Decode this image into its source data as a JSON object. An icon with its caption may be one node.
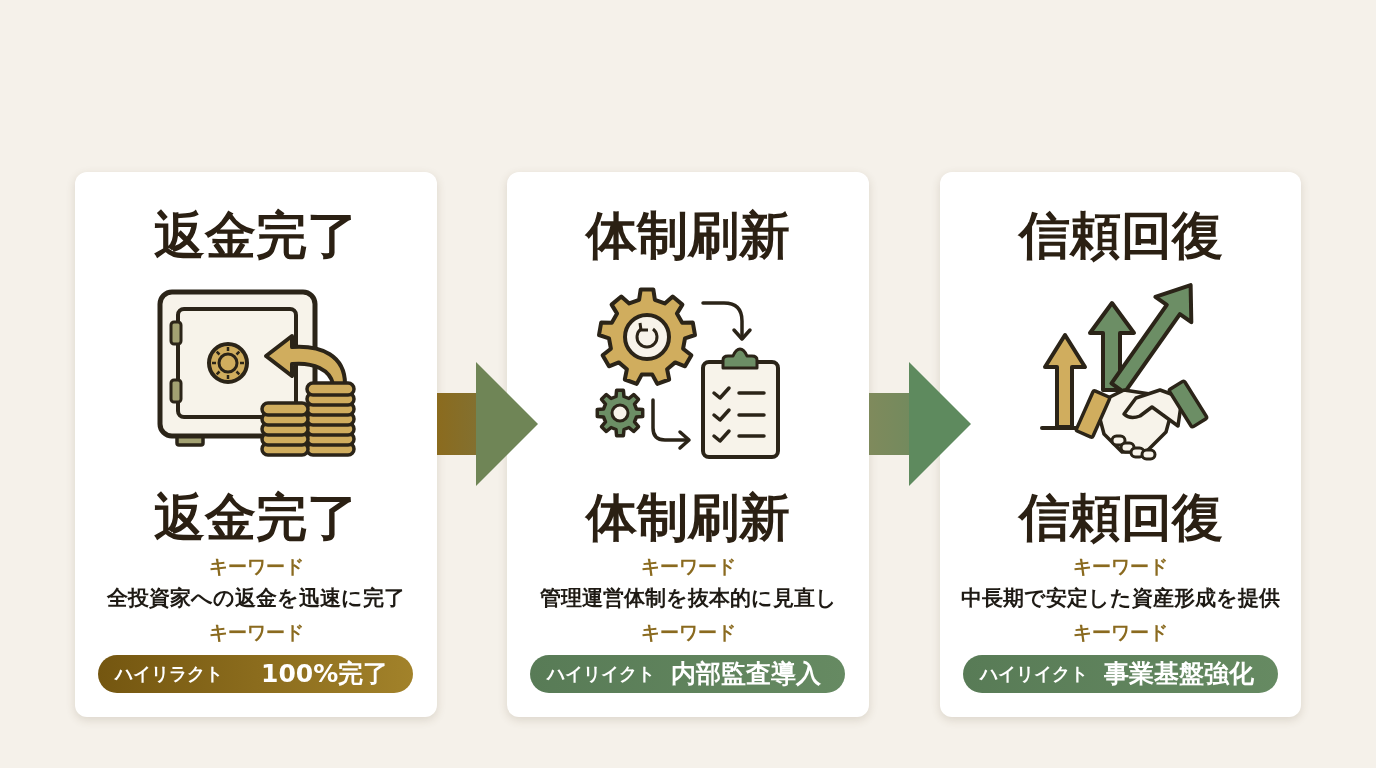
{
  "diagram": {
    "nodes": [
      {
        "text": [
          "返金完了",
          "返金完了",
          "キーワード",
          "全投資家への返金を迅速に完了",
          "キーワード"
        ]
      },
      {
        "text": [
          "ハイリラクト",
          "100%完了"
        ],
        "in": 0
      },
      {
        "text": [
          "体制刷新",
          "体制刷新",
          "キーワード",
          "管理運営体制を抜本的に見直し",
          "キーワード"
        ]
      },
      {
        "text": [
          "ハイリイクト",
          "内部監査導入"
        ],
        "in": 2
      },
      {
        "text": [
          "信頼回復",
          "信頼回復",
          "キーワード",
          "中長期で安定した資産形成を提供",
          "キーワード"
        ]
      },
      {
        "text": [
          "ハイリイクト",
          "事業基盤強化"
        ],
        "in": 4
      }
    ],
    "edges": [
      {
        "from": 0,
        "to": 2,
        "arrow": "to"
      },
      {
        "from": 2,
        "to": 4,
        "arrow": "to"
      }
    ]
  }
}
